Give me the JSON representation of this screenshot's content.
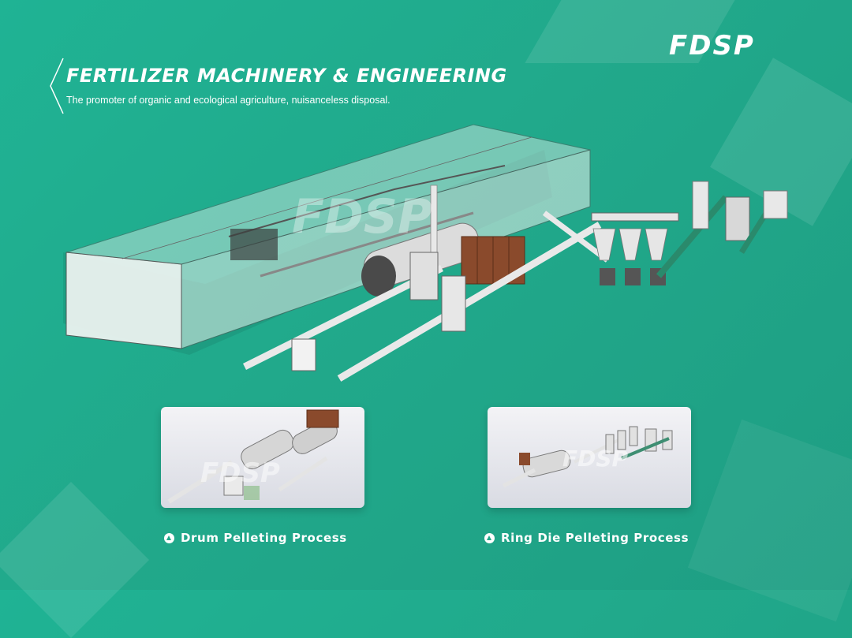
{
  "brand": {
    "logo_text": "FDSP"
  },
  "header": {
    "title": "FERTILIZER MACHINERY & ENGINEERING",
    "subtitle": "The promoter of organic and ecological agriculture, nuisanceless disposal."
  },
  "illustrations": {
    "main": {
      "watermark": "FDSP"
    },
    "drum": {
      "watermark": "FDSP"
    },
    "ring": {
      "watermark": "FDSP"
    }
  },
  "processes": [
    {
      "label": "Drum Pelleting Process",
      "icon": "play-up-icon"
    },
    {
      "label": "Ring Die Pelleting Process",
      "icon": "play-up-icon"
    }
  ],
  "colors": {
    "background": "#21a98b",
    "text": "#ffffff",
    "card": "#e6e7ec"
  }
}
